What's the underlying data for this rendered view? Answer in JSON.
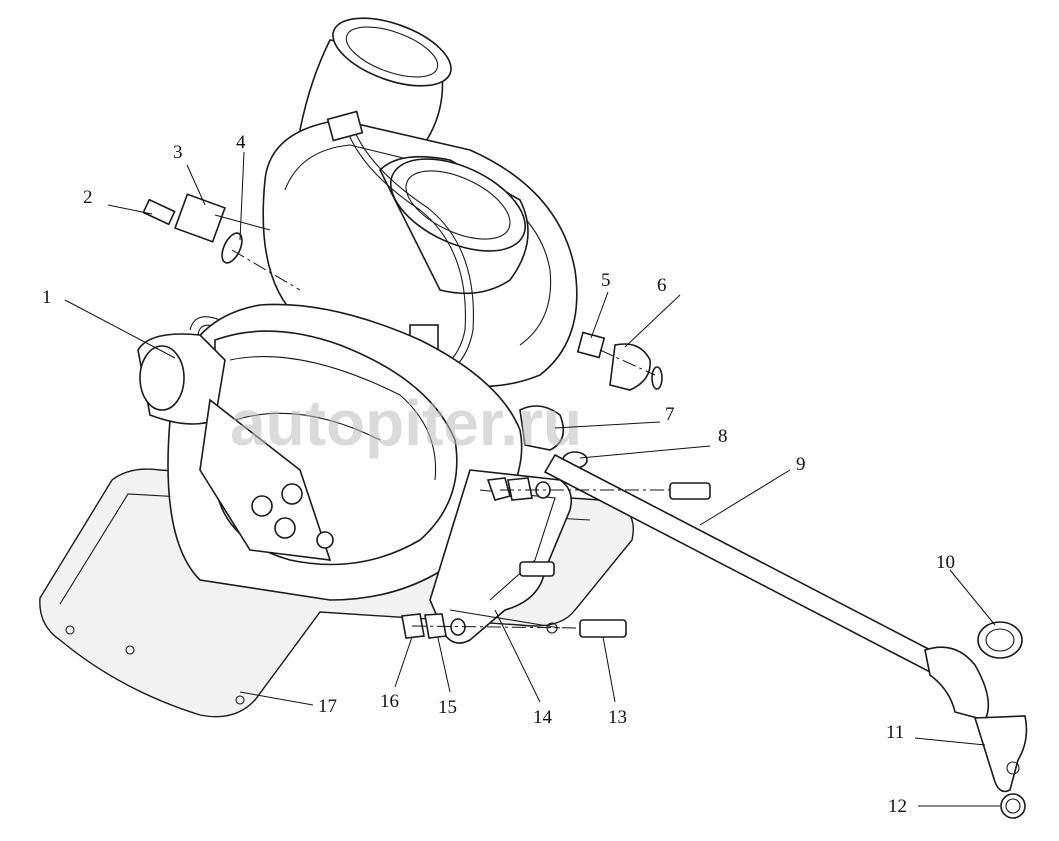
{
  "watermark": "autopiter.ru",
  "callouts": [
    "1",
    "2",
    "3",
    "4",
    "5",
    "6",
    "7",
    "8",
    "9",
    "10",
    "11",
    "12",
    "13",
    "14",
    "15",
    "16",
    "17"
  ]
}
